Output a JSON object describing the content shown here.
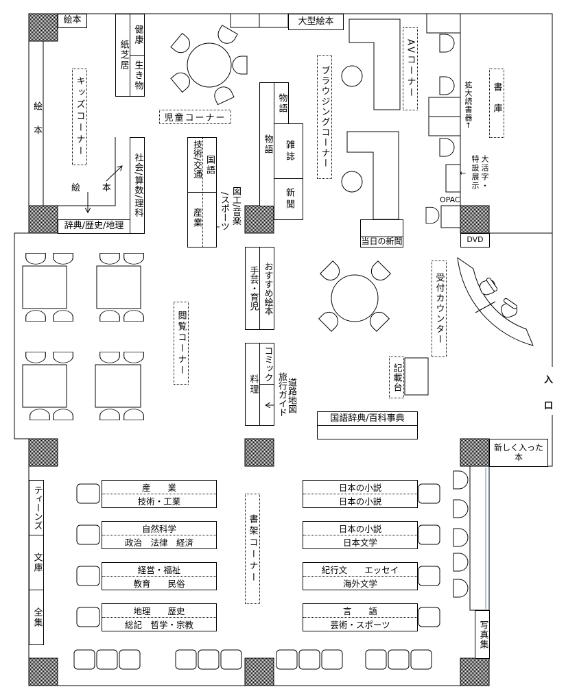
{
  "labels": {
    "ehon_top": "絵本",
    "ehon_left": "絵本",
    "kamishibai": "紙芝居",
    "kenko": "健康",
    "ikimono": "生き物",
    "kids_corner": "キッズコーナー",
    "shakai": "社会/算数/理科",
    "jiten": "辞典/歴史/地理",
    "ehon_floor_1": "絵",
    "ehon_floor_2": "本",
    "jido_corner": "児童コーナー",
    "ogata_ehon": "大型絵本",
    "gijutsu": "技術/交通",
    "kokugo": "国語",
    "sangyo": "産業",
    "zuko": "図工/音楽",
    "sports": "/スポーツ",
    "monogatari_1": "物語",
    "monogatari_2": "物語",
    "zasshi": "雑誌",
    "shinbun": "新聞",
    "browsing": "ブラウジングコーナー",
    "av": "AVコーナー",
    "today_paper": "当日の新聞",
    "kakudai": "拡大読書器←",
    "daikatsuji": "大活字・",
    "tokusetsu": "特設展示",
    "shoko": "書庫",
    "opac": "OPAC",
    "dvd": "DVD",
    "uketsuke": "受付カウンター",
    "kisai": "記載台",
    "shugei": "手芸・育児",
    "osusume": "おすすめ絵本",
    "comic": "コミック",
    "ryori": "料理",
    "ryoko": "旅行ガイド",
    "doro": "道路地図",
    "etsuran": "閲覧コーナー",
    "kokugo_jiten": "国語辞典/百科事典",
    "entrance_1": "入",
    "entrance_2": "口",
    "new_books_1": "新しく入った",
    "new_books_2": "本",
    "shashin": "写真集",
    "teens": "ティーンズ",
    "bunko": "文庫",
    "zenshu": "全集",
    "shoka": "書架コーナー"
  },
  "shelves_left": [
    [
      "産　　業",
      "技術・工業"
    ],
    [
      "自然科学",
      "政治　法律　経済"
    ],
    [
      "経営・福祉",
      "教育　　民俗"
    ],
    [
      "地理　　歴史",
      "総記　哲学・宗教"
    ]
  ],
  "shelves_right": [
    [
      "日本の小説",
      "日本の小説"
    ],
    [
      "日本の小説",
      "日本文学"
    ],
    [
      "紀行文　　エッセイ",
      "海外文学"
    ],
    [
      "言　　語",
      "芸術・スポーツ"
    ]
  ],
  "colors": {
    "line": "#000000",
    "accent_line": "#4a90d9",
    "pillar": "#888888"
  }
}
